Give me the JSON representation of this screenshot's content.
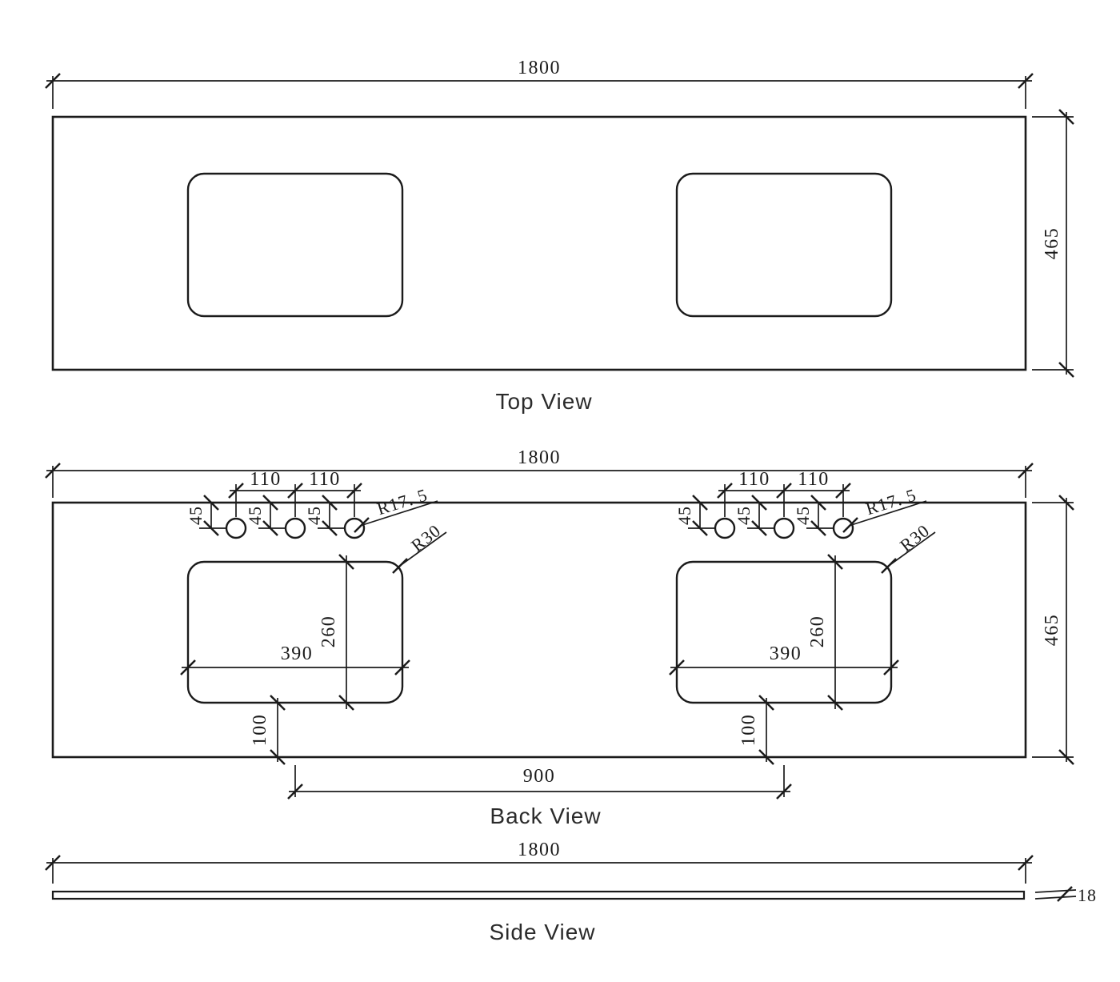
{
  "drawing": {
    "background": "#ffffff",
    "line_color": "#1b1b1b",
    "top_view": {
      "label": "Top View",
      "width_mm": "1800",
      "depth_mm": "465"
    },
    "back_view": {
      "label": "Back View",
      "width_mm": "1800",
      "depth_mm": "465",
      "tap_hole_spacing_mm": "110",
      "tap_hole_offset_mm": "45",
      "tap_hole_radius": "R17. 5",
      "cutout_corner_radius": "R30",
      "cutout_depth_mm": "260",
      "cutout_width_mm": "390",
      "cutout_bottom_gap_mm": "100",
      "sink_centre_spacing_mm": "900"
    },
    "side_view": {
      "label": "Side View",
      "width_mm": "1800",
      "thickness_mm": "18"
    }
  }
}
